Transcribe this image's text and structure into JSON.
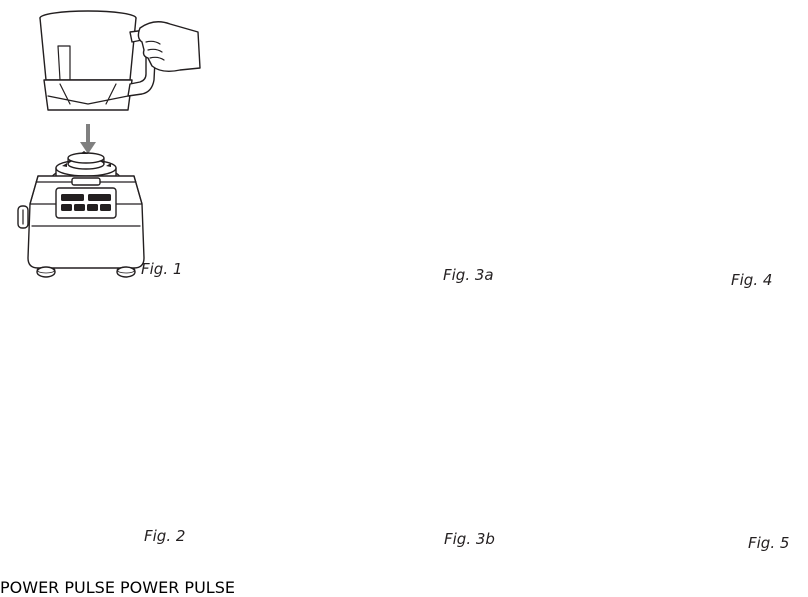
{
  "figures": [
    {
      "id": "fig1",
      "label": "Fig. 1"
    },
    {
      "id": "fig2",
      "label": "Fig. 2"
    },
    {
      "id": "fig3a",
      "label": "Fig. 3a"
    },
    {
      "id": "fig3b",
      "label": "Fig. 3b"
    },
    {
      "id": "fig4",
      "label": "Fig. 4"
    },
    {
      "id": "fig5",
      "label": "Fig. 5"
    }
  ],
  "panel_buttons": {
    "power": "POWER",
    "pulse": "PULSE"
  }
}
